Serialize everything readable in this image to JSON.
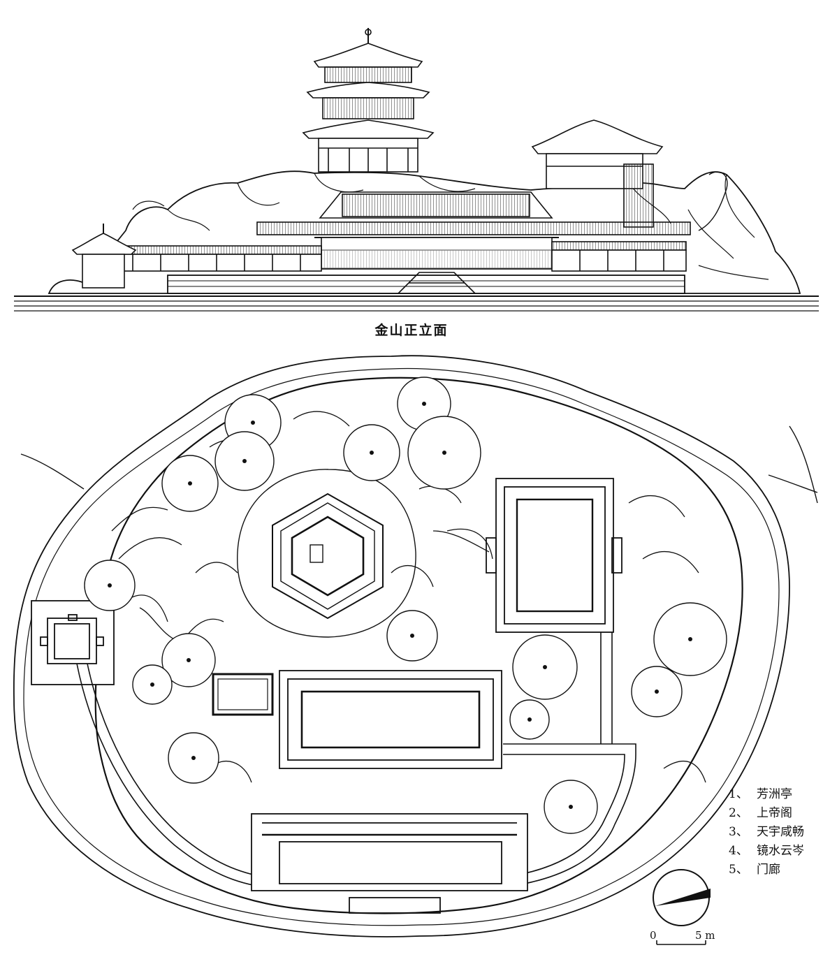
{
  "caption": "金山正立面",
  "legend": [
    {
      "num": "1、",
      "label": "芳洲亭"
    },
    {
      "num": "2、",
      "label": "上帝阁"
    },
    {
      "num": "3、",
      "label": "天宇咸畅"
    },
    {
      "num": "4、",
      "label": "镜水云岑"
    },
    {
      "num": "5、",
      "label": "门廊"
    }
  ],
  "scale_bar": {
    "start_label": "0",
    "end_label": "5 m"
  },
  "north_arrow_icon": "north-arrow-icon",
  "colors": {
    "ink": "#111111",
    "paper": "#ffffff"
  }
}
